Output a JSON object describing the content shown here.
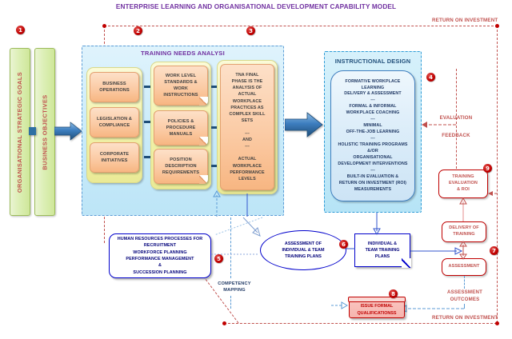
{
  "title": "ENTERPRISE LEARNING AND ORGANISATIONAL DEVELOPMENT CAPABILITY MODEL",
  "colors": {
    "marker": "#c00000",
    "title_purple": "#7030a0",
    "roi_red": "#c0504d",
    "navy": "#1f4e79",
    "blue_box": "#0000cc",
    "green_bar": "#cfe79a",
    "orange_box": "#f7b682",
    "panel_blue": "#c7eaf9"
  },
  "roi": {
    "top_label": "RETURN ON INVESTMENT",
    "bottom_label": "RETURN ON INVESTMENT"
  },
  "vertical_bars": [
    {
      "label": "ORGANISATIONAL STRATEGIC GOALS"
    },
    {
      "label": "BUSINESS OBJECTIVES"
    }
  ],
  "tna": {
    "title": "TRAINING NEEDS ANALYSI",
    "column1": [
      {
        "label": "BUSINESS\nOPERATIONS"
      },
      {
        "label": "LEGISLATION &\nCOMPLIANCE"
      },
      {
        "label": "CORPORATE\nINITIATIVES"
      }
    ],
    "column2": [
      {
        "label": "WORK LEVEL\nSTANDARDS &\nWORK\nINSTRUCTIONS"
      },
      {
        "label": "POLICIES &\nPROCEDURE\nMANUALS"
      },
      {
        "label": "POSITION\nDESCRIPTION\nREQUIREMENTS"
      }
    ],
    "column3": {
      "label": "TNA FINAL\nPHASE IS THE\nANALYSIS OF\nACTUAL\nWORKPLACE\nPRACTICES AS\nCOMPLEX SKILL\nSETS\n\n---\nAND\n---\n\nACTUAL\nWORKPLACE\nPERFORMANCE\nLEVELS"
    }
  },
  "instructional_design": {
    "title": "INSTRUCTIONAL DESIGN",
    "body": "FORMATIVE WORKPLACE\nLEARNING\nDELIVERY & ASSESSMENT\n---\nFORMAL & INFORMAL\nWORKPLACE COACHING\n---\nMINIMAL\nOFF-THE-JOB LEARNING\n---\nHOLISTIC TRAINING PROGRAMS\n&/OR\nORGANISATIONAL\nDEVELOPMENT INTERVENTIONS\n---\nBUILT-IN EVALUATION &\nRETURN ON INVESTMENT (ROI)\nMEASUREMENTS"
  },
  "right_column": {
    "evaluation_label": "EVALUATION",
    "feedback_label": "FEEDBACK",
    "training_evaluation_roi": "TRAINING\nEVALUATION\n& ROI",
    "delivery_of_training": "DELIVERY OF\nTRAINING",
    "assessment": "ASSESSMENT",
    "assessment_outcomes_label": "ASSESSMENT\nOUTCOMES"
  },
  "bottom": {
    "hr_processes": "HUMAN RESOURCES PROCESSES FOR\nRECRUITMENT\nWORKFORCE PLANNING\nPERFORMANCE MANAGEMENT\n&\nSUCCESSION PLANNING",
    "competency_mapping_label": "COMPETENCY\nMAPPING",
    "assessment_of_plans": "ASSESSMENT OF\nINDIVIDUAL & TEAM\nTRAINING PLANS",
    "individual_team_plans": "INDIVIDUAL &\nTEAM TRAINING\nPLANS",
    "issue_formal_qualifications": "ISSUE FORMAL\nQUALIFICATIONSS"
  },
  "markers": [
    {
      "n": "1"
    },
    {
      "n": "2"
    },
    {
      "n": "3"
    },
    {
      "n": "4"
    },
    {
      "n": "5"
    },
    {
      "n": "6"
    },
    {
      "n": "7"
    },
    {
      "n": "8"
    },
    {
      "n": "9"
    }
  ]
}
